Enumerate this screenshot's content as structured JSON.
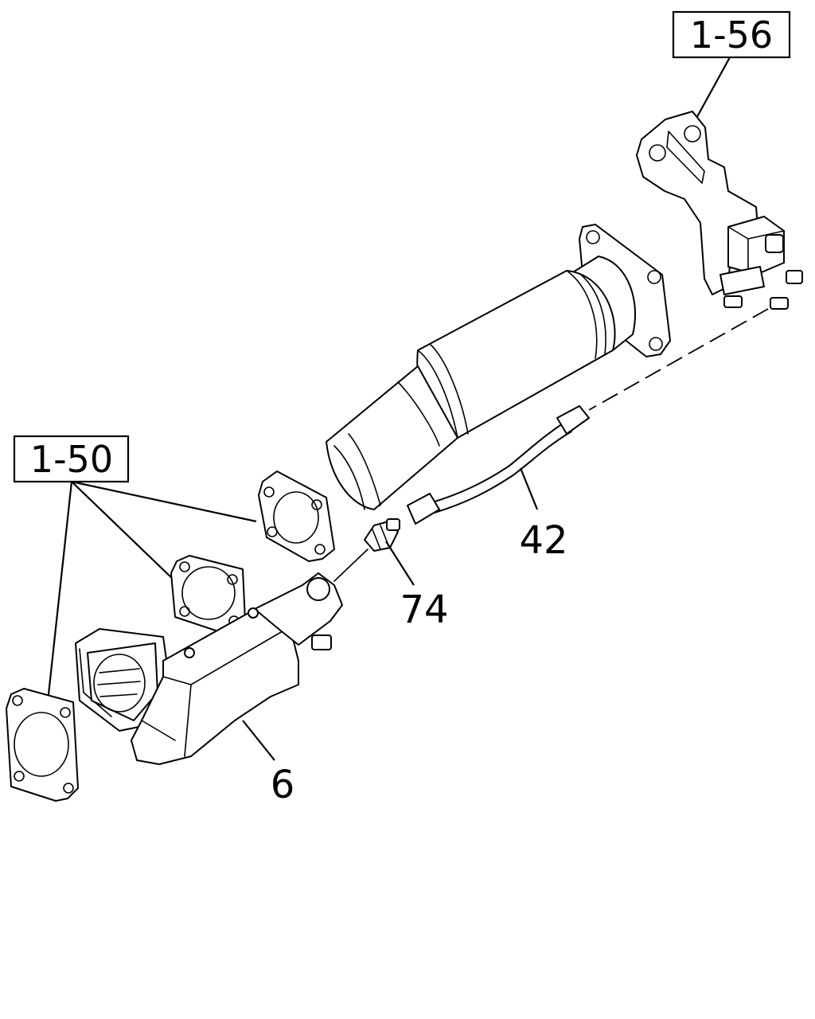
{
  "refs": {
    "ref_top": "1-56",
    "ref_left": "1-50"
  },
  "callouts": {
    "part_42": "42",
    "part_74": "74",
    "part_6": "6"
  }
}
